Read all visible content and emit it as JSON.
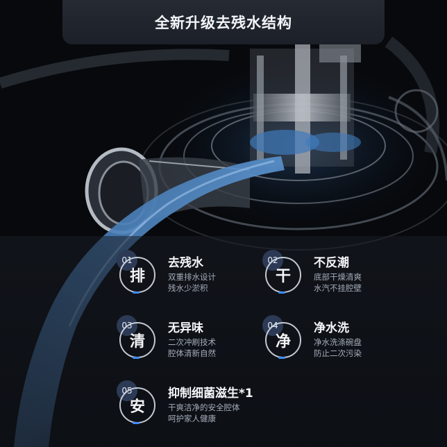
{
  "header": {
    "title": "全新升级去残水结构"
  },
  "features": [
    {
      "number": "01",
      "glyph": "排",
      "title": "去残水",
      "lines": [
        "双重排水设计",
        "残水少淤积"
      ]
    },
    {
      "number": "02",
      "glyph": "干",
      "title": "不反潮",
      "lines": [
        "底部干燥清爽",
        "水汽不挂腔壁"
      ]
    },
    {
      "number": "03",
      "glyph": "清",
      "title": "无异味",
      "lines": [
        "二次冲刷技术",
        "腔体清新自然"
      ]
    },
    {
      "number": "04",
      "glyph": "净",
      "title": "净水洗",
      "lines": [
        "净水洗涤碗盘",
        "防止二次污染"
      ]
    },
    {
      "number": "05",
      "glyph": "安",
      "title": "抑制细菌滋生*1",
      "lines": [
        "干爽洁净的安全腔体",
        "呵护家人健康"
      ]
    }
  ],
  "colors": {
    "accent": "#3d8cff",
    "badge": "#2c3a55",
    "title_bar": "#22262e",
    "water": "#4d86c4"
  }
}
